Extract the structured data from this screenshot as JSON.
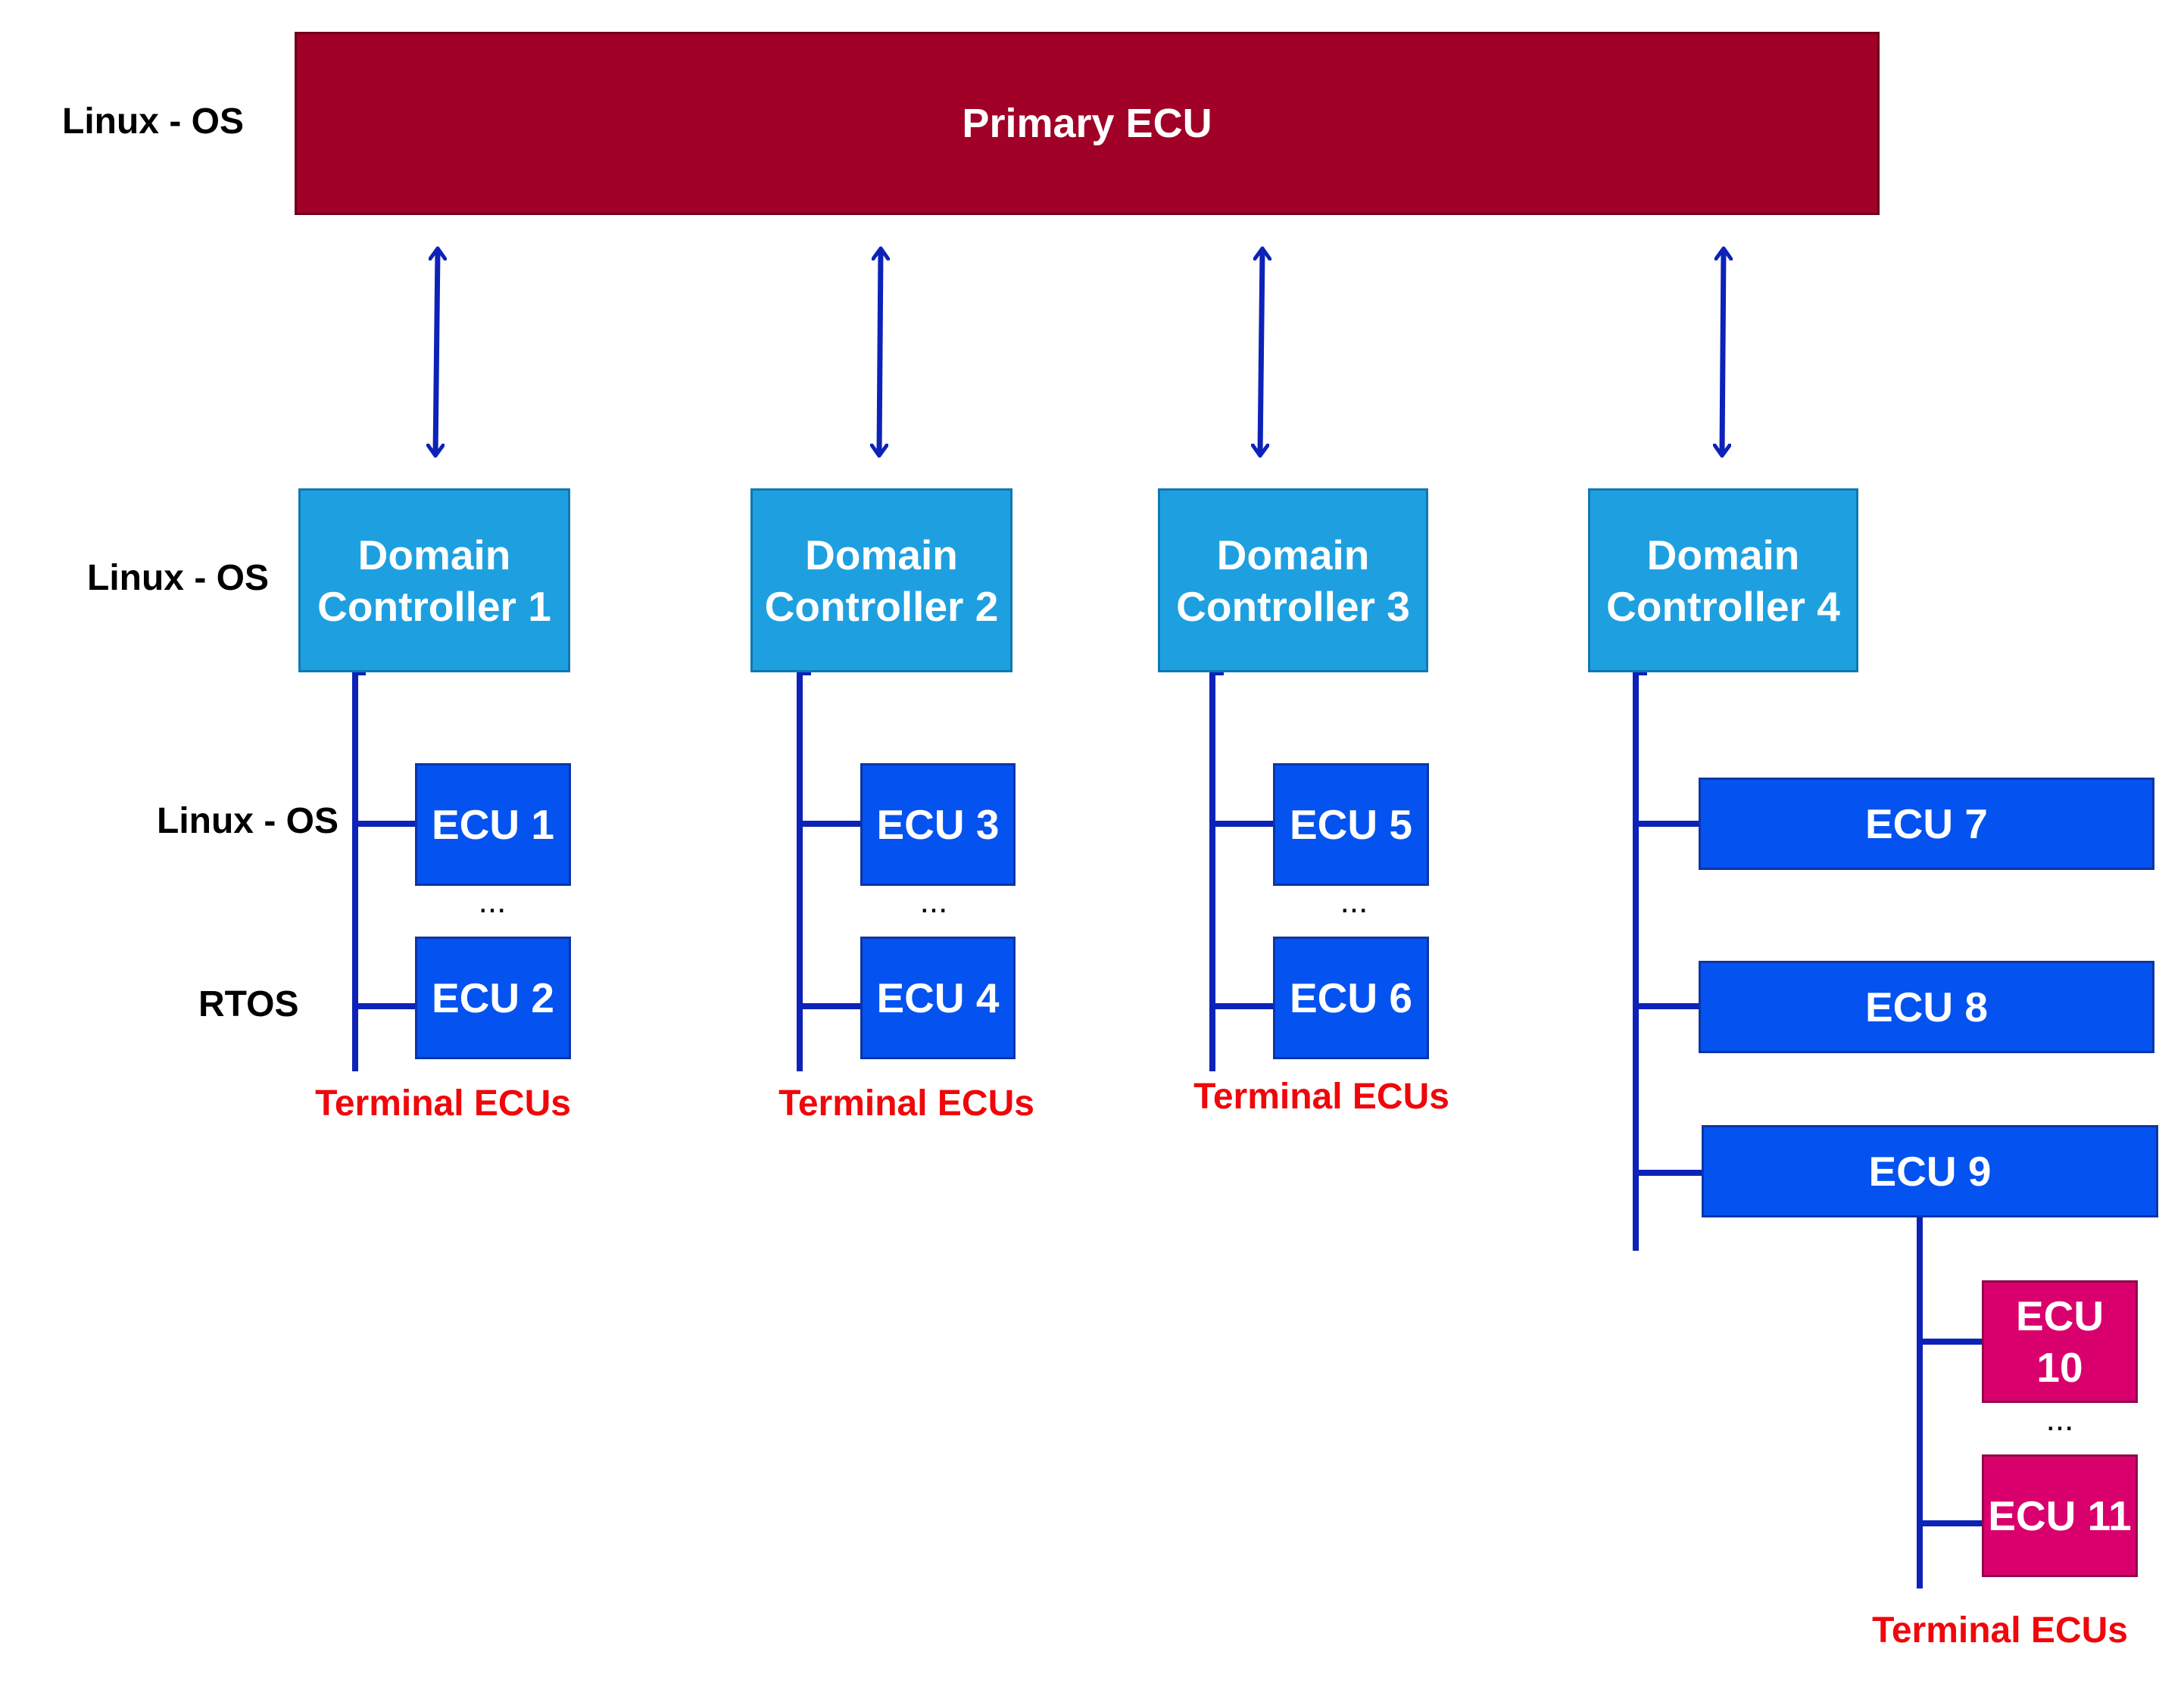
{
  "colors": {
    "primary_ecu": "#a10027",
    "domain_controller": "#1ea0e0",
    "ecu": "#0452ef",
    "terminal_ecu": "#d9006e",
    "connector": "#0c22b8",
    "terminal_label": "#f0070b",
    "text_dark": "#000000",
    "text_light": "#ffffff"
  },
  "layers": {
    "primary_os": "Linux - OS",
    "domain_os": "Linux - OS",
    "ecu_linux_os": "Linux - OS",
    "ecu_rtos": "RTOS"
  },
  "primary": {
    "label": "Primary ECU"
  },
  "domains": [
    {
      "line1": "Domain",
      "line2": "Controller 1"
    },
    {
      "line1": "Domain",
      "line2": "Controller 2"
    },
    {
      "line1": "Domain",
      "line2": "Controller 3"
    },
    {
      "line1": "Domain",
      "line2": "Controller 4"
    }
  ],
  "ecus": [
    {
      "label": "ECU 1"
    },
    {
      "label": "ECU 2"
    },
    {
      "label": "ECU 3"
    },
    {
      "label": "ECU 4"
    },
    {
      "label": "ECU 5"
    },
    {
      "label": "ECU 6"
    },
    {
      "label": "ECU 7"
    },
    {
      "label": "ECU 8"
    },
    {
      "label": "ECU 9"
    },
    {
      "line1": "ECU",
      "line2": "10"
    },
    {
      "label": "ECU 11"
    }
  ],
  "ellipsis": "...",
  "terminal_labels": [
    "Terminal ECUs",
    "Terminal ECUs",
    "Terminal ECUs",
    "Terminal ECUs"
  ],
  "icons": {
    "connection_arrow": "double-headed-arrow-icon"
  }
}
